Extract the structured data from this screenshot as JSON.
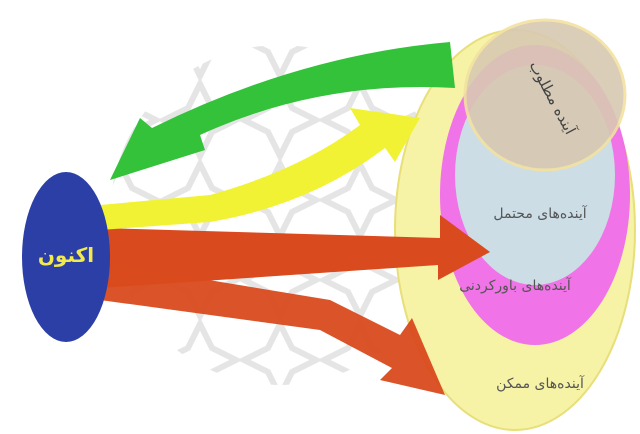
{
  "diagram": {
    "present_label": "اکنون",
    "futures": {
      "preferable": "آینده مطلوب",
      "probable": "آینده‌های محتمل",
      "plausible": "آینده‌های باورکردنی",
      "possible": "آینده‌های ممکن"
    },
    "colors": {
      "present": "#2b3fa6",
      "present_text": "#f2e94a",
      "possible": "#f6f2a6",
      "plausible": "#ef6cea",
      "probable": "#c9e3e6",
      "preferable": "#d8c9b2",
      "arrow_green": "#33c23a",
      "arrow_yellow": "#f2f235",
      "arrow_red": "#d94a1e",
      "watermark": "#cfcfcf"
    }
  }
}
